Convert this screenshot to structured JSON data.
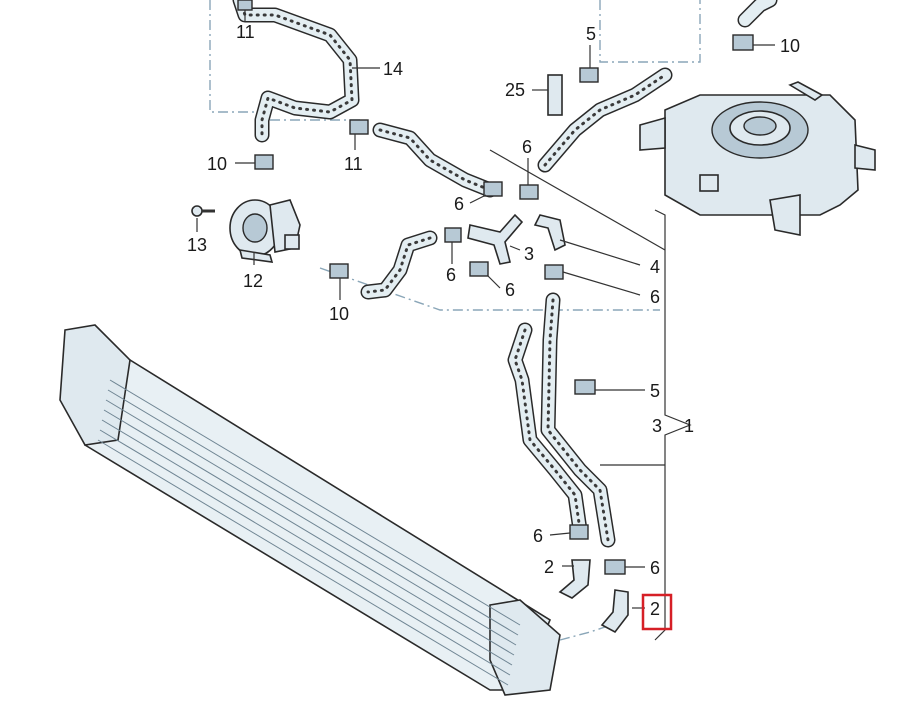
{
  "diagram": {
    "callouts": [
      {
        "id": "c11a",
        "text": "11"
      },
      {
        "id": "c14",
        "text": "14"
      },
      {
        "id": "c10a",
        "text": "10"
      },
      {
        "id": "c11b",
        "text": "11"
      },
      {
        "id": "c13",
        "text": "13"
      },
      {
        "id": "c12",
        "text": "12"
      },
      {
        "id": "c10b",
        "text": "10"
      },
      {
        "id": "c5a",
        "text": "5"
      },
      {
        "id": "c25",
        "text": "25"
      },
      {
        "id": "c10c",
        "text": "10"
      },
      {
        "id": "c6a",
        "text": "6"
      },
      {
        "id": "c6b",
        "text": "6"
      },
      {
        "id": "c3a",
        "text": "3"
      },
      {
        "id": "c6c",
        "text": "6"
      },
      {
        "id": "c6d",
        "text": "6"
      },
      {
        "id": "c4",
        "text": "4"
      },
      {
        "id": "c6e",
        "text": "6"
      },
      {
        "id": "c5b",
        "text": "5"
      },
      {
        "id": "c3b",
        "text": "3"
      },
      {
        "id": "c1",
        "text": "1"
      },
      {
        "id": "c6f",
        "text": "6"
      },
      {
        "id": "c2a",
        "text": "2"
      },
      {
        "id": "c6g",
        "text": "6"
      },
      {
        "id": "c2b",
        "text": "2"
      }
    ],
    "highlight_color": "#d61f26",
    "line_color": "#2a2a2a",
    "hose_fill": "#e4eef2"
  }
}
